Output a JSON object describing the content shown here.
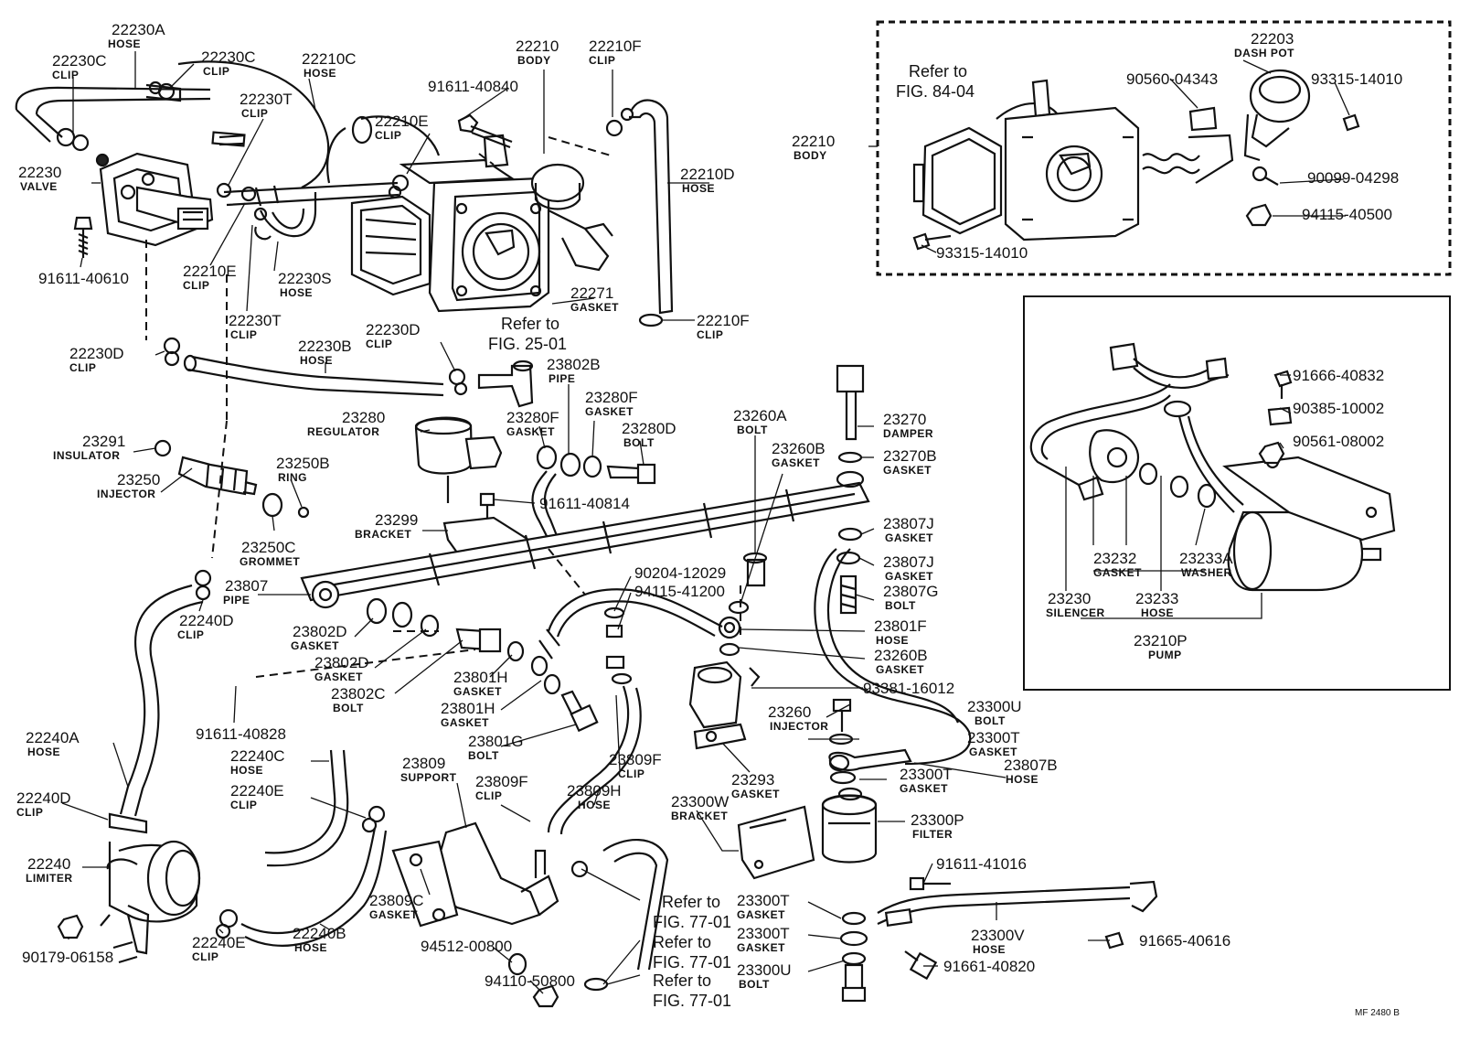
{
  "labels": {
    "l_22230A": {
      "part": "22230A",
      "name": "HOSE"
    },
    "l_22230C_1": {
      "part": "22230C",
      "name": "CLIP"
    },
    "l_22230C_2": {
      "part": "22230C",
      "name": "CLIP"
    },
    "l_22210C": {
      "part": "22210C",
      "name": "HOSE"
    },
    "l_22210_body": {
      "part": "22210",
      "name": "BODY"
    },
    "l_22210F_1": {
      "part": "22210F",
      "name": "CLIP"
    },
    "l_91611_40840": {
      "part": "91611-40840",
      "name": ""
    },
    "l_22230T_1": {
      "part": "22230T",
      "name": "CLIP"
    },
    "l_22210E_1": {
      "part": "22210E",
      "name": "CLIP"
    },
    "l_22230_valve": {
      "part": "22230",
      "name": "VALVE"
    },
    "l_22210D": {
      "part": "22210D",
      "name": "HOSE"
    },
    "l_91611_40610": {
      "part": "91611-40610",
      "name": ""
    },
    "l_22210E_2": {
      "part": "22210E",
      "name": "CLIP"
    },
    "l_22230S": {
      "part": "22230S",
      "name": "HOSE"
    },
    "l_22271": {
      "part": "22271",
      "name": "GASKET"
    },
    "l_22210F_2": {
      "part": "22210F",
      "name": "CLIP"
    },
    "l_22230T_2": {
      "part": "22230T",
      "name": "CLIP"
    },
    "l_22230D_1": {
      "part": "22230D",
      "name": "CLIP"
    },
    "l_22230B": {
      "part": "22230B",
      "name": "HOSE"
    },
    "l_22230D_2": {
      "part": "22230D",
      "name": "CLIP"
    },
    "l_23802B": {
      "part": "23802B",
      "name": "PIPE"
    },
    "l_23280F_1": {
      "part": "23280F",
      "name": "GASKET"
    },
    "l_23280F_2": {
      "part": "23280F",
      "name": "GASKET"
    },
    "l_23280D": {
      "part": "23280D",
      "name": "BOLT"
    },
    "l_23280": {
      "part": "23280",
      "name": "REGULATOR"
    },
    "l_23260A": {
      "part": "23260A",
      "name": "BOLT"
    },
    "l_23270": {
      "part": "23270",
      "name": "DAMPER"
    },
    "l_23260B_1": {
      "part": "23260B",
      "name": "GASKET"
    },
    "l_23270B": {
      "part": "23270B",
      "name": "GASKET"
    },
    "l_23291": {
      "part": "23291",
      "name": "INSULATOR"
    },
    "l_23250B": {
      "part": "23250B",
      "name": "RING"
    },
    "l_23250": {
      "part": "23250",
      "name": "INJECTOR"
    },
    "l_91611_40814": {
      "part": "91611-40814",
      "name": ""
    },
    "l_23299": {
      "part": "23299",
      "name": "BRACKET"
    },
    "l_23250C": {
      "part": "23250C",
      "name": "GROMMET"
    },
    "l_23807J_1": {
      "part": "23807J",
      "name": "GASKET"
    },
    "l_23807J_2": {
      "part": "23807J",
      "name": "GASKET"
    },
    "l_23807G": {
      "part": "23807G",
      "name": "BOLT"
    },
    "l_90204_12029": {
      "part": "90204-12029",
      "name": ""
    },
    "l_94115_41200": {
      "part": "94115-41200",
      "name": ""
    },
    "l_23807": {
      "part": "23807",
      "name": "PIPE"
    },
    "l_22240D_1": {
      "part": "22240D",
      "name": "CLIP"
    },
    "l_23801F": {
      "part": "23801F",
      "name": "HOSE"
    },
    "l_23802D_1": {
      "part": "23802D",
      "name": "GASKET"
    },
    "l_23802D_2": {
      "part": "23802D",
      "name": "GASKET"
    },
    "l_23260B_2": {
      "part": "23260B",
      "name": "GASKET"
    },
    "l_23802C": {
      "part": "23802C",
      "name": "BOLT"
    },
    "l_23801H_1": {
      "part": "23801H",
      "name": "GASKET"
    },
    "l_23801H_2": {
      "part": "23801H",
      "name": "GASKET"
    },
    "l_91611_40828": {
      "part": "91611-40828",
      "name": ""
    },
    "l_93381_16012": {
      "part": "93381-16012",
      "name": ""
    },
    "l_23260": {
      "part": "23260",
      "name": "INJECTOR"
    },
    "l_23300U_1": {
      "part": "23300U",
      "name": "BOLT"
    },
    "l_23300T_1": {
      "part": "23300T",
      "name": "GASKET"
    },
    "l_23801G": {
      "part": "23801G",
      "name": "BOLT"
    },
    "l_22240A": {
      "part": "22240A",
      "name": "HOSE"
    },
    "l_22240C": {
      "part": "22240C",
      "name": "HOSE"
    },
    "l_23809": {
      "part": "23809",
      "name": "SUPPORT"
    },
    "l_23809F_1": {
      "part": "23809F",
      "name": "CLIP"
    },
    "l_23809F_2": {
      "part": "23809F",
      "name": "CLIP"
    },
    "l_23809H": {
      "part": "23809H",
      "name": "HOSE"
    },
    "l_23293": {
      "part": "23293",
      "name": "GASKET"
    },
    "l_23300T_2": {
      "part": "23300T",
      "name": "GASKET"
    },
    "l_23807B": {
      "part": "23807B",
      "name": "HOSE"
    },
    "l_22240D_2": {
      "part": "22240D",
      "name": "CLIP"
    },
    "l_22240E_1": {
      "part": "22240E",
      "name": "CLIP"
    },
    "l_23300W": {
      "part": "23300W",
      "name": "BRACKET"
    },
    "l_23300P": {
      "part": "23300P",
      "name": "FILTER"
    },
    "l_22240": {
      "part": "22240",
      "name": "LIMITER"
    },
    "l_23809C": {
      "part": "23809C",
      "name": "GASKET"
    },
    "l_91611_41016": {
      "part": "91611-41016",
      "name": ""
    },
    "l_22240E_2": {
      "part": "22240E",
      "name": "CLIP"
    },
    "l_22240B": {
      "part": "22240B",
      "name": "HOSE"
    },
    "l_23300T_3": {
      "part": "23300T",
      "name": "GASKET"
    },
    "l_23300V": {
      "part": "23300V",
      "name": "HOSE"
    },
    "l_91665_40616": {
      "part": "91665-40616",
      "name": ""
    },
    "l_90179_06158": {
      "part": "90179-06158",
      "name": ""
    },
    "l_94512_00800": {
      "part": "94512-00800",
      "name": ""
    },
    "l_23300T_4": {
      "part": "23300T",
      "name": "GASKET"
    },
    "l_91661_40820": {
      "part": "91661-40820",
      "name": ""
    },
    "l_94110_50800": {
      "part": "94110-50800",
      "name": ""
    },
    "l_23300U_2": {
      "part": "23300U",
      "name": "BOLT"
    },
    "l_22210_body_inset": {
      "part": "22210",
      "name": "BODY"
    },
    "l_22203": {
      "part": "22203",
      "name": "DASH POT"
    },
    "l_90560_04343": {
      "part": "90560-04343",
      "name": ""
    },
    "l_93315_14010_1": {
      "part": "93315-14010",
      "name": ""
    },
    "l_90099_04298": {
      "part": "90099-04298",
      "name": ""
    },
    "l_94115_40500": {
      "part": "94115-40500",
      "name": ""
    },
    "l_93315_14010_2": {
      "part": "93315-14010",
      "name": ""
    },
    "l_91666_40832": {
      "part": "91666-40832",
      "name": ""
    },
    "l_90385_10002": {
      "part": "90385-10002",
      "name": ""
    },
    "l_90561_08002": {
      "part": "90561-08002",
      "name": ""
    },
    "l_23232": {
      "part": "23232",
      "name": "GASKET"
    },
    "l_23233A": {
      "part": "23233A",
      "name": "WASHER"
    },
    "l_23230": {
      "part": "23230",
      "name": "SILENCER"
    },
    "l_23233": {
      "part": "23233",
      "name": "HOSE"
    },
    "l_23210P": {
      "part": "23210P",
      "name": "PUMP"
    }
  },
  "refs": {
    "fig_84_04": {
      "line1": "Refer to",
      "line2": "FIG. 84-04"
    },
    "fig_25_01": {
      "line1": "Refer to",
      "line2": "FIG. 25-01"
    },
    "fig_77_01_a": {
      "line1": "Refer to",
      "line2": "FIG. 77-01"
    },
    "fig_77_01_b": {
      "line1": "Refer to",
      "line2": "FIG. 77-01"
    },
    "fig_77_01_c": {
      "line1": "Refer to",
      "line2": "FIG. 77-01"
    }
  },
  "footer": {
    "code": "MF 2480 B"
  }
}
